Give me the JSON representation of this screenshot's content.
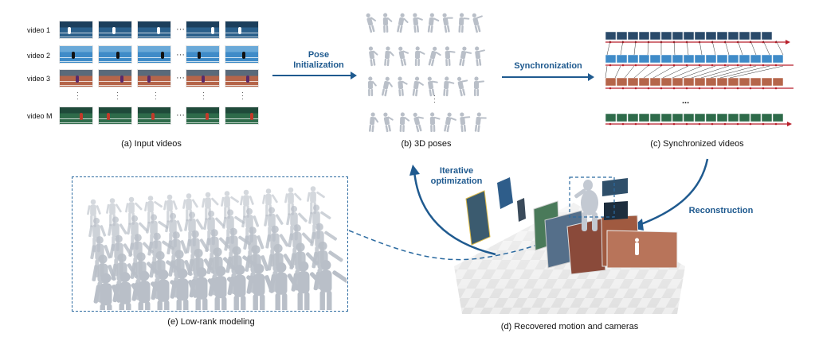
{
  "input_videos": {
    "rows": [
      {
        "label": "video 1",
        "kind": "court-blue-dark"
      },
      {
        "label": "video 2",
        "kind": "court-blue"
      },
      {
        "label": "video 3",
        "kind": "court-clay"
      },
      {
        "label": "video M",
        "kind": "court-green"
      }
    ],
    "ellipsis": "···",
    "caption": "(a) Input videos"
  },
  "pose_initialization": {
    "line1": "Pose",
    "line2": "Initialization"
  },
  "poses": {
    "caption": "(b) 3D poses"
  },
  "synchronization": {
    "label": "Synchronization"
  },
  "synchronized": {
    "caption": "(c) Synchronized videos",
    "ellipsis": "..."
  },
  "iterative": {
    "line1": "Iterative",
    "line2": "optimization"
  },
  "reconstruction": {
    "label": "Reconstruction"
  },
  "recovered": {
    "caption": "(d) Recovered motion and cameras"
  },
  "lowrank": {
    "caption": "(e) Low-rank modeling"
  },
  "colors": {
    "accent": "#1f5a8f",
    "court_blue_dark": "#2a5f8a",
    "court_blue": "#3f8bc8",
    "court_clay": "#b5654a",
    "court_green": "#2e6b4a",
    "figure_gray": "#b9bfc8",
    "sync_red": "#b81f2a"
  }
}
